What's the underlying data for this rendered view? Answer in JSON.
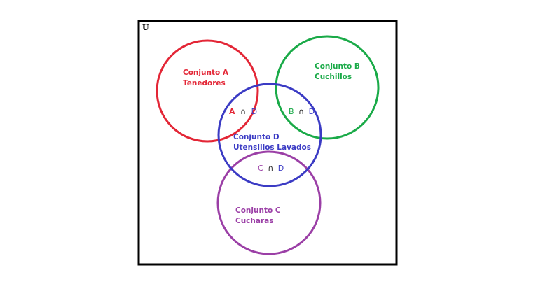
{
  "universe": {
    "label": "U"
  },
  "sets": {
    "a": {
      "line1": "Conjunto A",
      "line2": "Tenedores",
      "color": "#e32636"
    },
    "b": {
      "line1": "Conjunto B",
      "line2": "Cuchillos",
      "color": "#1aaa48"
    },
    "c": {
      "line1": "Conjunto C",
      "line2": "Cucharas",
      "color": "#9b3fa6"
    },
    "d": {
      "line1": "Conjunto D",
      "line2": "Utensilios Lavados",
      "color": "#3b3bc4"
    }
  },
  "intersections": {
    "ad": {
      "left": "A",
      "op": "∩",
      "right": "D"
    },
    "bd": {
      "left": "B",
      "op": "∩",
      "right": "D"
    },
    "cd": {
      "left": "C",
      "op": "∩",
      "right": "D"
    }
  }
}
